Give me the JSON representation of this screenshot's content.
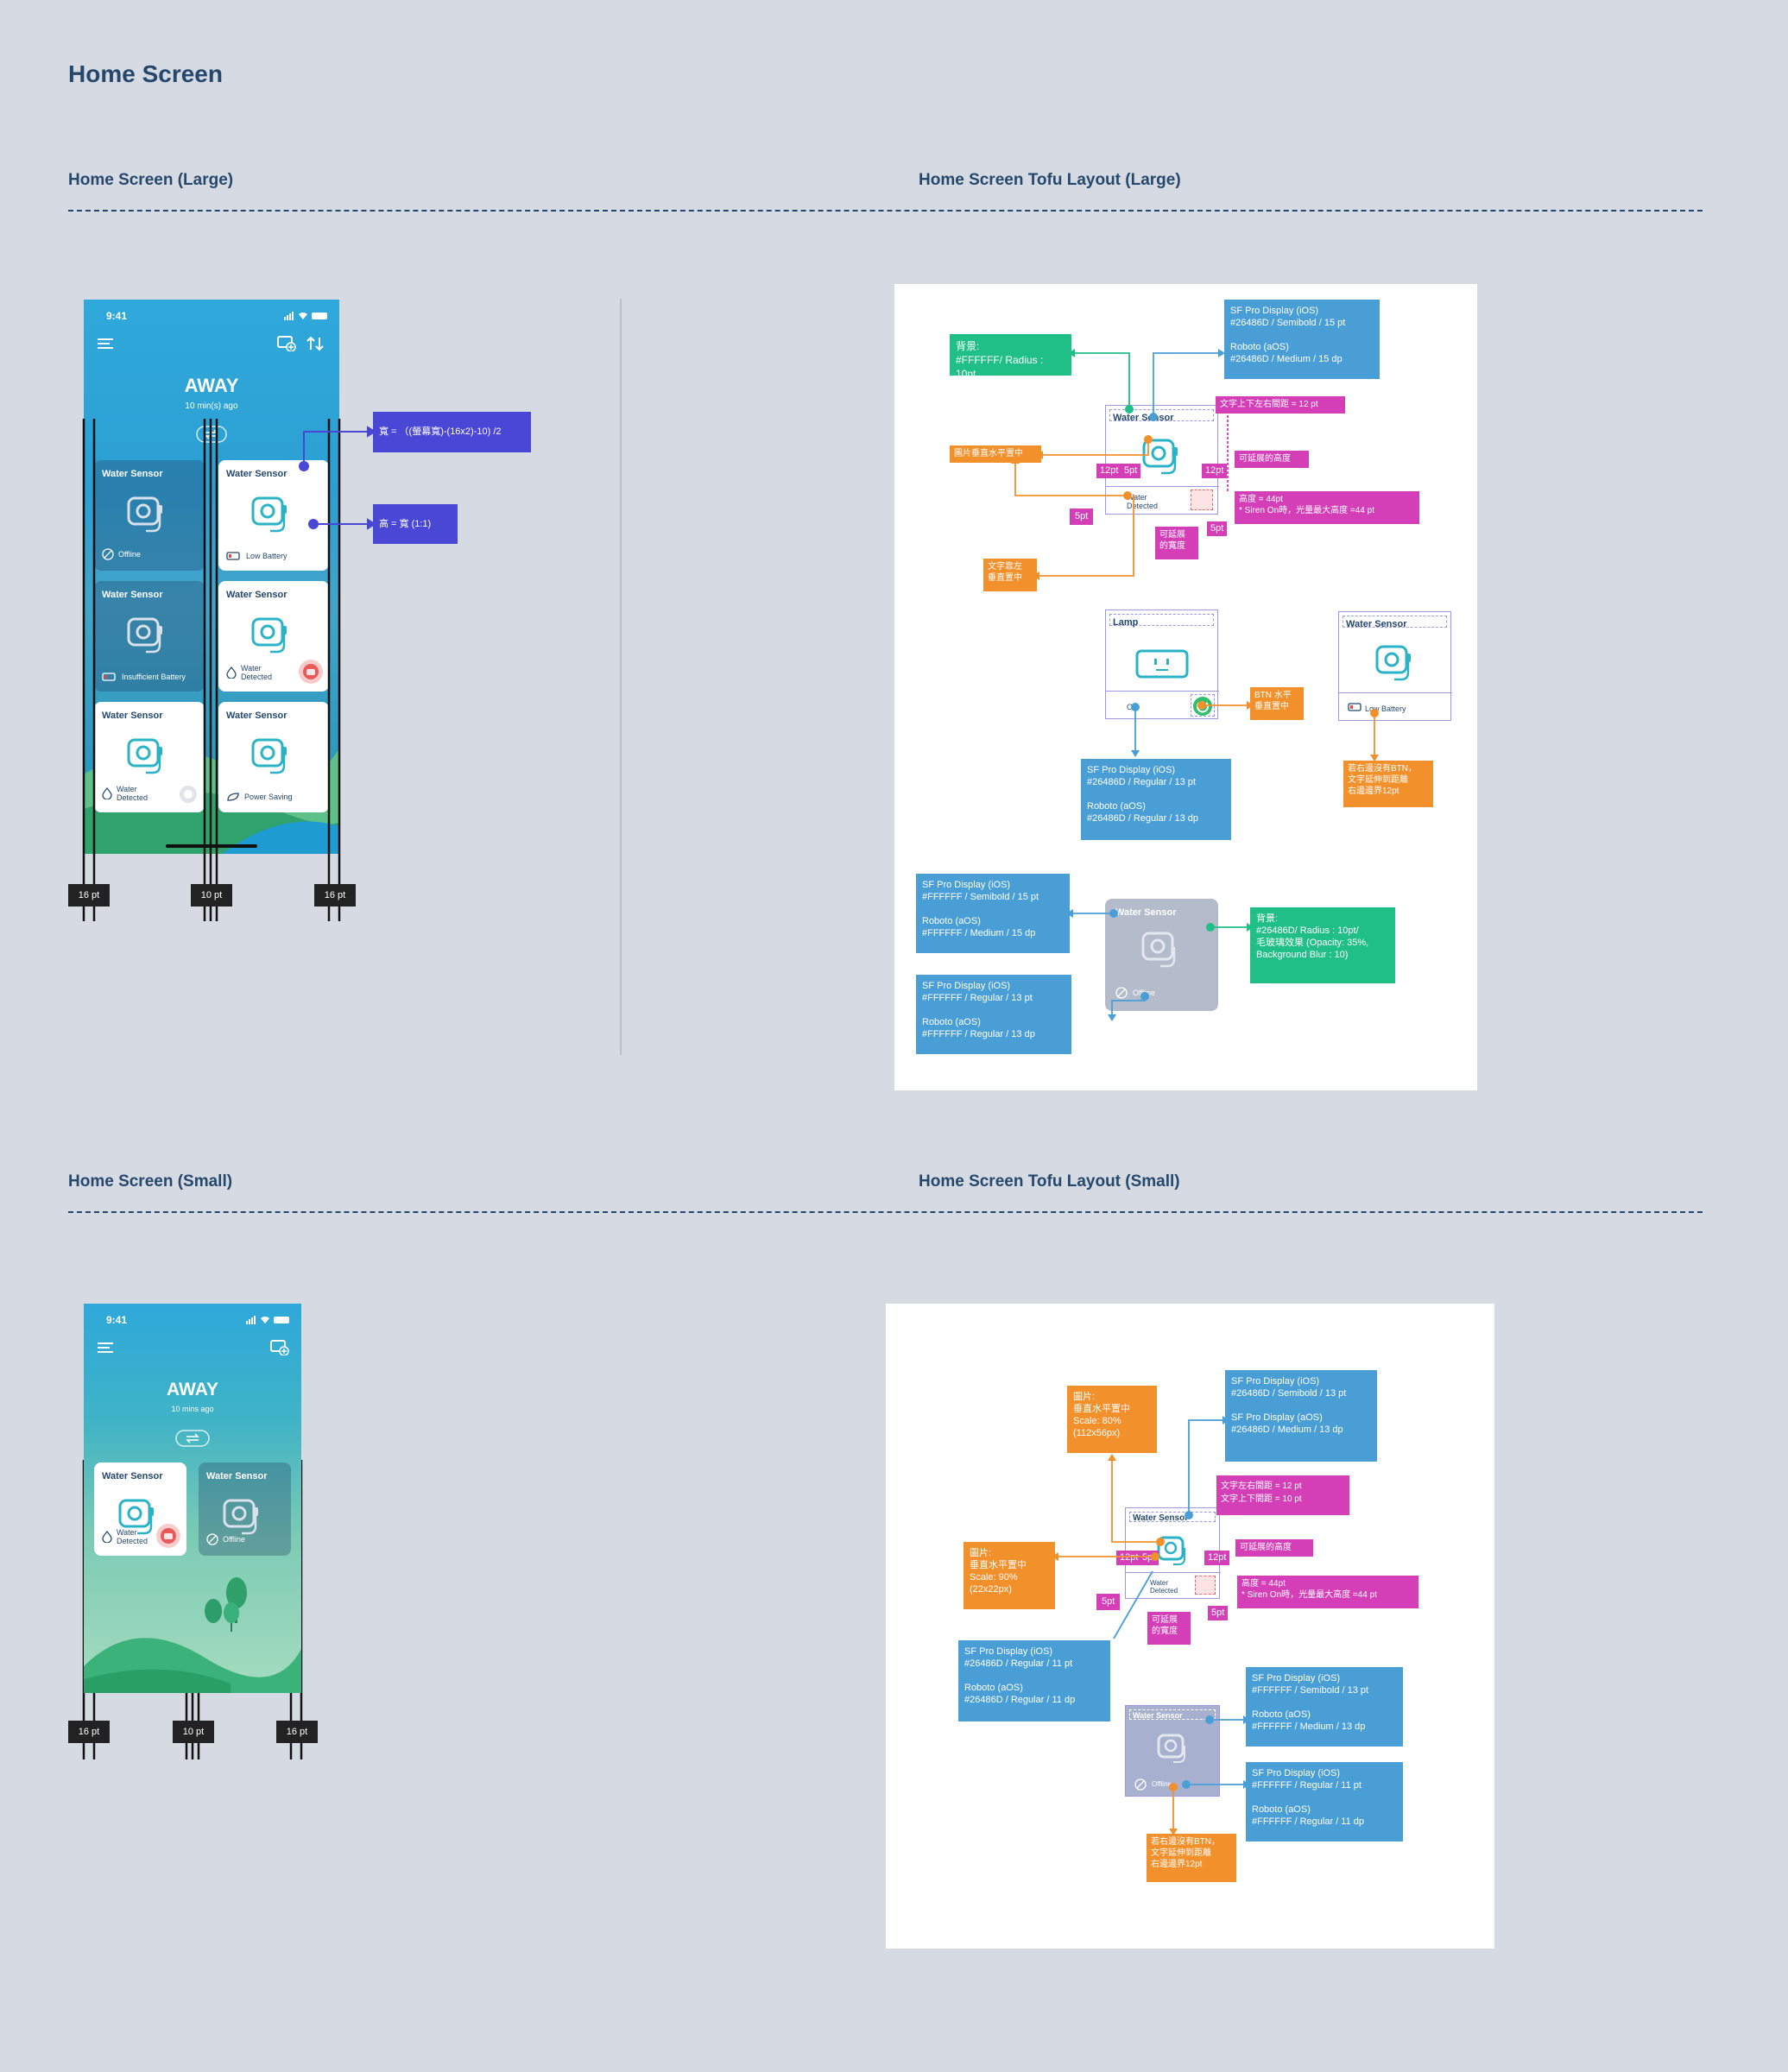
{
  "page_title": "Home Screen",
  "sections": {
    "large_left": "Home Screen (Large)",
    "large_right": "Home Screen Tofu Layout (Large)",
    "small_left": "Home Screen (Small)",
    "small_right": "Home Screen Tofu Layout (Small)"
  },
  "colors": {
    "bg": "#d6dbe3",
    "navy": "#26486d",
    "blue": "#4a9ed6",
    "green": "#1fbf87",
    "orange": "#f2902c",
    "magenta": "#d43fb8",
    "indigo": "#4a46d6"
  },
  "phone_large": {
    "time": "9:41",
    "mode": "AWAY",
    "sub": "10 min(s) ago",
    "cards": [
      {
        "title": "Water Sensor",
        "status": "Offline"
      },
      {
        "title": "Water Sensor",
        "status": "Low Battery"
      },
      {
        "title": "Water Sensor",
        "status": "Insufficient Battery"
      },
      {
        "title": "Water Sensor",
        "status": "Water\nDetected"
      },
      {
        "title": "Water Sensor",
        "status": "Water\nDetected"
      },
      {
        "title": "Water Sensor",
        "status": "Power Saving"
      }
    ]
  },
  "phone_small": {
    "time": "9:41",
    "mode": "AWAY",
    "sub": "10 mins ago",
    "cards": [
      {
        "title": "Water Sensor",
        "status": "Water\nDetected"
      },
      {
        "title": "Water Sensor",
        "status": "Offline"
      }
    ]
  },
  "spacing": {
    "outer": "16 pt",
    "gap": "10 pt"
  },
  "formula": {
    "width": "寬 = （(螢幕寬)-(16x2)-10) /2",
    "height": "高 = 寬 (1:1)"
  },
  "tofu_large": {
    "card_title": "Water Sensor",
    "card_status": "Water\nDetected",
    "lamp_title": "Lamp",
    "lamp_status": "On",
    "ws2_title": "Water Sensor",
    "ws2_status": "Low Battery",
    "dim_title": "Water Sensor",
    "dim_status": "Offline",
    "ann_bg": "背景:\n#FFFFFF/ Radius : 10pt",
    "ann_title_font": "SF Pro Display (iOS)\n#26486D / Semibold / 15 pt\n\nRoboto (aOS)\n#26486D / Medium / 15 dp",
    "ann_padding": "文字上下左右間距 = 12 pt",
    "ann_img": "圖片垂直水平置中",
    "ann_ext_h": "可延展的高度",
    "ann_height": "高度 = 44pt\n* Siren On時，光量最大高度 =44 pt",
    "ann_ext_w": "可延展\n的寬度",
    "ann_text_left": "文字靠左\n垂直置中",
    "tag_12": "12pt",
    "tag_5": "5pt",
    "ann_btn": "BTN 水平\n垂直置中",
    "ann_status_font": "SF Pro Display (iOS)\n#26486D / Regular / 13 pt\n\nRoboto (aOS)\n#26486D / Regular / 13 dp",
    "ann_no_btn": "若右邊沒有BTN，\n文字延伸到距離\n右邊邊界12pt",
    "ann_dim_title_font": "SF Pro Display (iOS)\n#FFFFFF / Semibold / 15 pt\n\nRoboto (aOS)\n#FFFFFF / Medium / 15 dp",
    "ann_dim_status_font": "SF Pro Display (iOS)\n#FFFFFF / Regular / 13 pt\n\nRoboto (aOS)\n#FFFFFF / Regular / 13 dp",
    "ann_dim_bg": "背景:\n#26486D/ Radius : 10pt/\n毛玻璃效果 (Opacity: 35%,\nBackground Blur : 10)"
  },
  "tofu_small": {
    "card_title": "Water Sensor",
    "card_status": "Water\nDetected",
    "dim_title": "Water Sensor",
    "dim_status": "Offline",
    "ann_img_top": "圖片:\n垂直水平置中\nScale: 80%\n(112x56px)",
    "ann_title_font": "SF Pro Display (iOS)\n#26486D / Semibold / 13 pt\n\nSF Pro Display (aOS)\n#26486D / Medium / 13 dp",
    "ann_padding": "文字左右間距 = 12 pt\n文字上下間距 = 10 pt",
    "ann_ext_h": "可延展的高度",
    "ann_img_left": "圖片:\n垂直水平置中\nScale: 90%\n(22x22px)",
    "ann_height": "高度 = 44pt\n* Siren On時，光量最大高度 =44 pt",
    "ann_ext_w": "可延展\n的寬度",
    "tag_12": "12pt",
    "tag_5": "5pt",
    "ann_status_font": "SF Pro Display (iOS)\n#26486D / Regular / 11 pt\n\nRoboto (aOS)\n#26486D / Regular / 11 dp",
    "ann_dim_title_font": "SF Pro Display (iOS)\n#FFFFFF / Semibold / 13 pt\n\nRoboto (aOS)\n#FFFFFF / Medium / 13 dp",
    "ann_dim_status_font": "SF Pro Display (iOS)\n#FFFFFF / Regular / 11 pt\n\nRoboto (aOS)\n#FFFFFF / Regular / 11 dp",
    "ann_no_btn": "若右邊沒有BTN，\n文字延伸到距離\n右邊邊界12pt"
  }
}
